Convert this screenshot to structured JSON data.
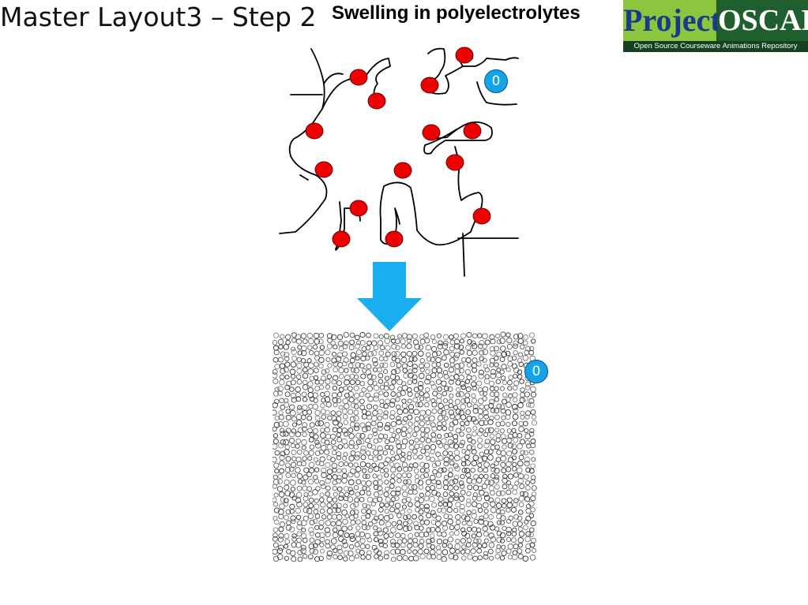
{
  "slide": {
    "title": "Master Layout3 – Step 2"
  },
  "subtitle": "Swelling in polyelectrolytes",
  "logo": {
    "word_left": "Project",
    "word_right": "OSCAR",
    "tagline": "Open Source Courseware Animations Repository"
  },
  "network": {
    "counter": "0",
    "ion_count": 14,
    "ion_color": "#ee0000"
  },
  "arrow": {
    "color": "#19aef0"
  },
  "water": {
    "counter": "0"
  }
}
